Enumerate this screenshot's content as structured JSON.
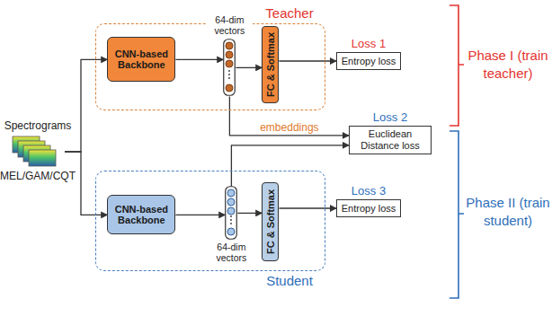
{
  "diagram": {
    "nodes": [
      {
        "text": [
          "Spectrograms",
          "MEL/GAM/CQT"
        ]
      },
      {
        "text": [
          "Teacher"
        ]
      },
      {
        "text": [
          "CNN-based Backbone"
        ],
        "in": 1
      },
      {
        "text": [
          "64-dim vectors"
        ],
        "in": 1
      },
      {
        "text": [
          "FC & Softmax"
        ],
        "in": 1
      },
      {
        "text": [
          "Loss 1",
          "Entropy loss"
        ]
      },
      {
        "text": [
          "Loss 2",
          "Euclidean Distance loss"
        ]
      },
      {
        "text": [
          "Student"
        ]
      },
      {
        "text": [
          "CNN-based Backbone"
        ],
        "in": 7
      },
      {
        "text": [
          "64-dim vectors"
        ],
        "in": 7
      },
      {
        "text": [
          "FC & Softmax"
        ],
        "in": 7
      },
      {
        "text": [
          "Loss 3",
          "Entropy loss"
        ]
      }
    ],
    "edges": [
      {
        "from": 0,
        "to": 2,
        "arrow": "to"
      },
      {
        "from": 0,
        "to": 8,
        "arrow": "to"
      },
      {
        "from": 2,
        "to": 3,
        "arrow": "to"
      },
      {
        "from": 3,
        "to": 4,
        "arrow": "to"
      },
      {
        "from": 4,
        "to": 5,
        "arrow": "to"
      },
      {
        "from": 3,
        "to": 6,
        "label": "embeddings",
        "arrow": "to"
      },
      {
        "from": 8,
        "to": 9,
        "arrow": "to"
      },
      {
        "from": 9,
        "to": 10,
        "arrow": "to"
      },
      {
        "from": 10,
        "to": 11,
        "arrow": "to"
      },
      {
        "from": 9,
        "to": 6,
        "arrow": "to"
      }
    ],
    "labels": [
      "Phase I (train teacher)",
      "Phase II (train student)"
    ]
  }
}
